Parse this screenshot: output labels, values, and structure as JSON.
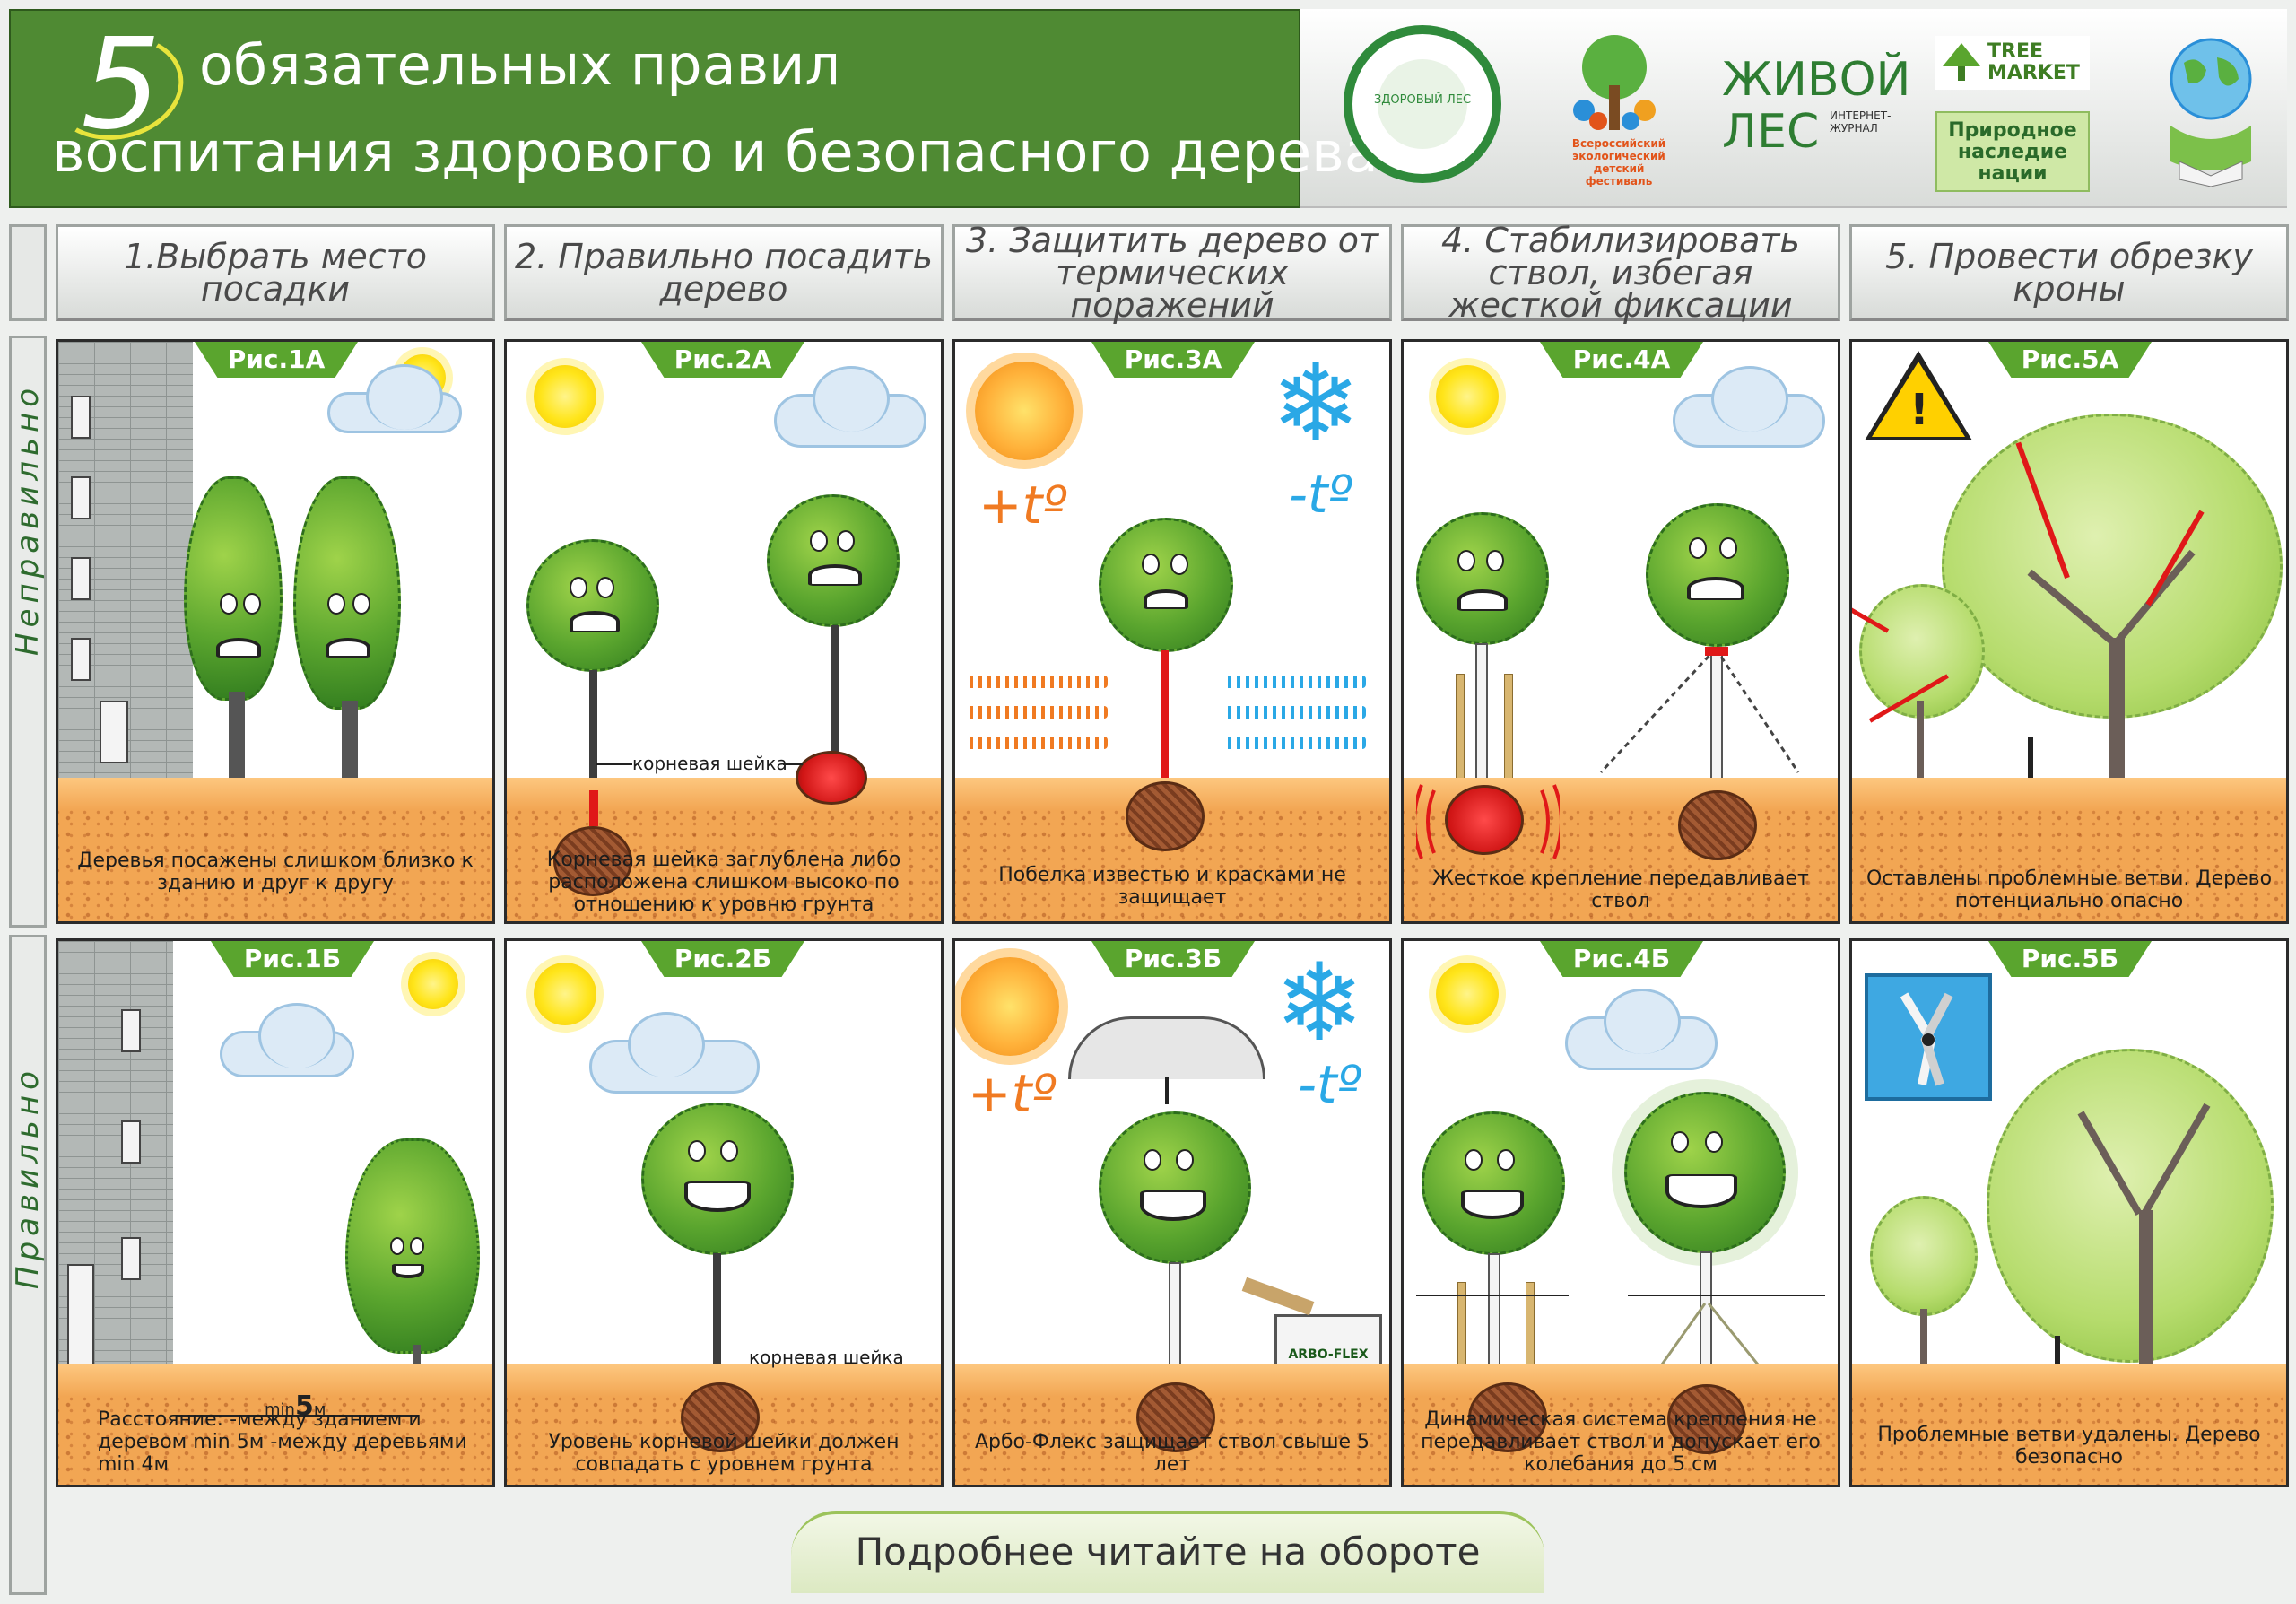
{
  "header": {
    "title_number": "5",
    "title_line1": "обязательных правил",
    "title_line2": "воспитания здорового и безопасного дерева",
    "logos": {
      "school_text": "ЗДОРОВЫЙ ЛЕС",
      "fest_text": "Всероссийский экологический детский фестиваль",
      "forest_big": "ЖИВОЙ ЛЕС",
      "forest_small": "ИНТЕРНЕТ-ЖУРНАЛ",
      "treemarket": "TREE MARKET",
      "heritage": "Природное наследие нации"
    }
  },
  "columns": [
    "1.Выбрать место посадки",
    "2. Правильно посадить дерево",
    "3. Защитить дерево от термических поражений",
    "4. Стабилизировать ствол, избегая жесткой фиксации",
    "5. Провести обрезку кроны"
  ],
  "rows": {
    "wrong": "Неправильно",
    "right": "Правильно"
  },
  "panels_wrong": [
    {
      "fig": "Рис.1А",
      "caption": "Деревья посажены слишком близко к зданию и друг к другу"
    },
    {
      "fig": "Рис.2А",
      "caption": "Корневая шейка заглублена либо расположена слишком высоко по отношению к уровню грунта",
      "label": "корневая шейка"
    },
    {
      "fig": "Рис.3А",
      "caption": "Побелка известью и красками не защищает",
      "temp_hot": "+tº",
      "temp_cold": "-tº"
    },
    {
      "fig": "Рис.4А",
      "caption": "Жесткое крепление передавливает ствол"
    },
    {
      "fig": "Рис.5А",
      "caption": "Оставлены проблемные ветви. Дерево потенциально опасно"
    }
  ],
  "panels_right": [
    {
      "fig": "Рис.1Б",
      "caption": "Расстояние: -между зданием и деревом min 5м -между деревьями min 4м",
      "measure_prefix": "min",
      "measure_value": "5",
      "measure_unit": "м"
    },
    {
      "fig": "Рис.2Б",
      "caption": "Уровень корневой шейки должен совпадать с уровнем грунта",
      "label": "корневая шейка"
    },
    {
      "fig": "Рис.3Б",
      "caption": "Арбо-Флекс защищает ствол свыше 5 лет",
      "temp_hot": "+tº",
      "temp_cold": "-tº",
      "bucket": "ARBO-FLEX"
    },
    {
      "fig": "Рис.4Б",
      "caption": "Динамическая система крепления не передавливает ствол и допускает его колебания до 5 см"
    },
    {
      "fig": "Рис.5Б",
      "caption": "Проблемные ветви удалены. Дерево безопасно"
    }
  ],
  "footer": "Подробнее читайте на обороте",
  "colors": {
    "header_green": "#4f8a33",
    "tab_green": "#5aa52e",
    "ground": "#f2a653",
    "heat": "#f07a22",
    "cold": "#2aa8e6",
    "danger": "#e01818"
  }
}
